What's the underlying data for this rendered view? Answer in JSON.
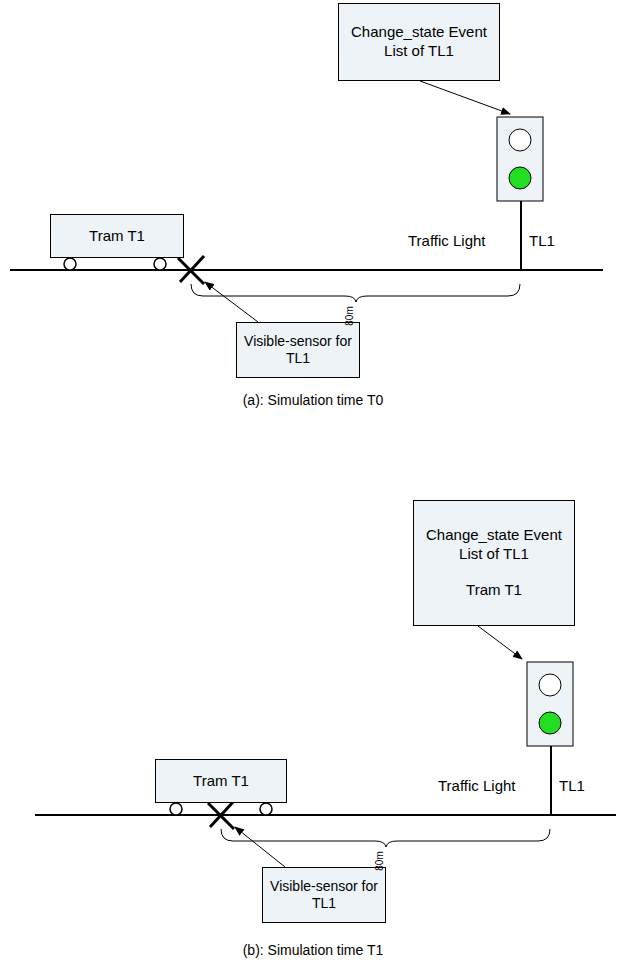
{
  "diagram": {
    "nodes": [
      {
        "text": [
          "Change_state Event List of TL1"
        ]
      },
      {
        "text": [
          "Tram T1"
        ]
      },
      {
        "text": [
          "Visible-sensor for TL1"
        ]
      },
      {
        "text": [
          "Change_state Event List of TL1",
          "Tram T1"
        ]
      },
      {
        "text": [
          "Tram T1"
        ]
      },
      {
        "text": [
          "Visible-sensor for TL1"
        ]
      }
    ],
    "labels": [
      "Traffic Light",
      "TL1",
      "80m",
      "(a): Simulation time T0",
      "Traffic Light",
      "TL1",
      "80m",
      "(b): Simulation time T1"
    ]
  }
}
